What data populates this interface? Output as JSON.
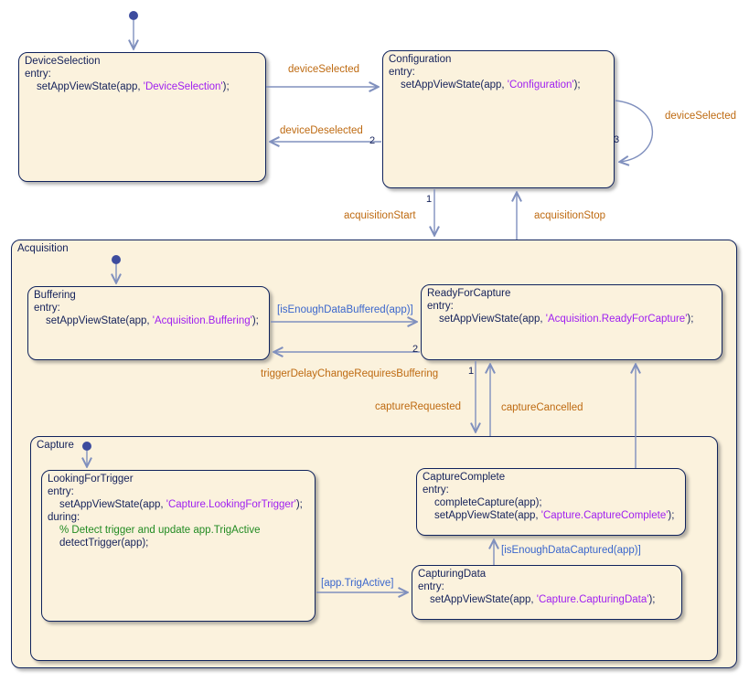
{
  "diagram": {
    "colors": {
      "state_fill": "#FBF2DD",
      "state_border": "#10235C",
      "state_text": "#14215A",
      "transition_line": "#8090BE",
      "default_dot": "#3D4C9E",
      "event_label": "#BE6A11",
      "condition_label": "#3A66CC",
      "string_literal": "#A020F0",
      "comment": "#228B22"
    },
    "states": {
      "device_selection": {
        "title": "DeviceSelection",
        "entry": "entry:",
        "code_pre": "setAppViewState(app, ",
        "code_str": "'DeviceSelection'",
        "code_post": ");"
      },
      "configuration": {
        "title": "Configuration",
        "entry": "entry:",
        "code_pre": "setAppViewState(app, ",
        "code_str": "'Configuration'",
        "code_post": ");"
      },
      "acquisition": {
        "title": "Acquisition"
      },
      "buffering": {
        "title": "Buffering",
        "entry": "entry:",
        "code_pre": "setAppViewState(app, ",
        "code_str": "'Acquisition.Buffering'",
        "code_post": ");"
      },
      "ready_for_capture": {
        "title": "ReadyForCapture",
        "entry": "entry:",
        "code_pre": "setAppViewState(app, ",
        "code_str": "'Acquisition.ReadyForCapture'",
        "code_post": ");"
      },
      "capture": {
        "title": "Capture"
      },
      "looking_for_trigger": {
        "title": "LookingForTrigger",
        "entry": "entry:",
        "code_pre": "setAppViewState(app, ",
        "code_str": "'Capture.LookingForTrigger'",
        "code_post": ");",
        "during": "during:",
        "comment": "% Detect trigger and update app.TrigActive",
        "code2": "detectTrigger(app);"
      },
      "capture_complete": {
        "title": "CaptureComplete",
        "entry": "entry:",
        "code1": "completeCapture(app);",
        "code2_pre": "setAppViewState(app, ",
        "code2_str": "'Capture.CaptureComplete'",
        "code2_post": ");"
      },
      "capturing_data": {
        "title": "CapturingData",
        "entry": "entry:",
        "code_pre": "setAppViewState(app, ",
        "code_str": "'Capture.CapturingData'",
        "code_post": ");"
      }
    },
    "transitions": {
      "device_selected": "deviceSelected",
      "device_deselected": "deviceDeselected",
      "device_selected_loop": "deviceSelected",
      "acquisition_start": "acquisitionStart",
      "acquisition_stop": "acquisitionStop",
      "is_enough_data_buffered": "[isEnoughDataBuffered(app)]",
      "trigger_delay_change": "triggerDelayChangeRequiresBuffering",
      "capture_requested": "captureRequested",
      "capture_cancelled": "captureCancelled",
      "app_trig_active": "[app.TrigActive]",
      "is_enough_data_captured": "[isEnoughDataCaptured(app)]",
      "num_acquisition_start": "1",
      "num_device_deselected": "2",
      "num_device_selected_loop": "3",
      "num_trigger_delay_change": "2",
      "num_capture_requested": "1"
    }
  }
}
